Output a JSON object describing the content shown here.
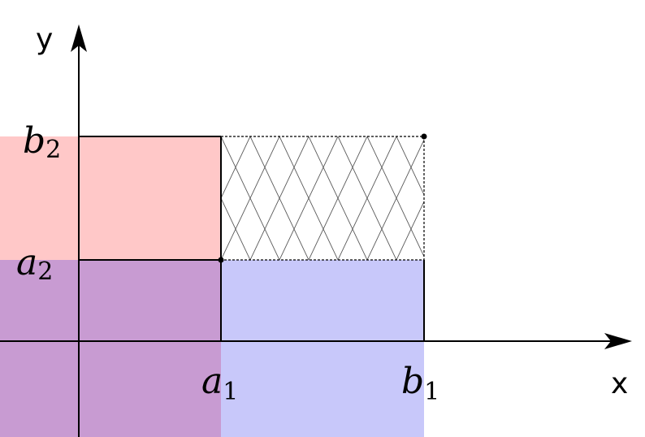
{
  "axes": {
    "x_label": "x",
    "y_label": "y"
  },
  "labels": {
    "a1": {
      "base": "a",
      "sub": "1"
    },
    "b1": {
      "base": "b",
      "sub": "1"
    },
    "a2": {
      "base": "a",
      "sub": "2"
    },
    "b2": {
      "base": "b",
      "sub": "2"
    }
  },
  "colors": {
    "red_region": "#ffc8c8",
    "blue_region": "#c8c8fa",
    "overlap_region": "#c89bd2",
    "hatch": "#555555",
    "lines": "#000000"
  }
}
